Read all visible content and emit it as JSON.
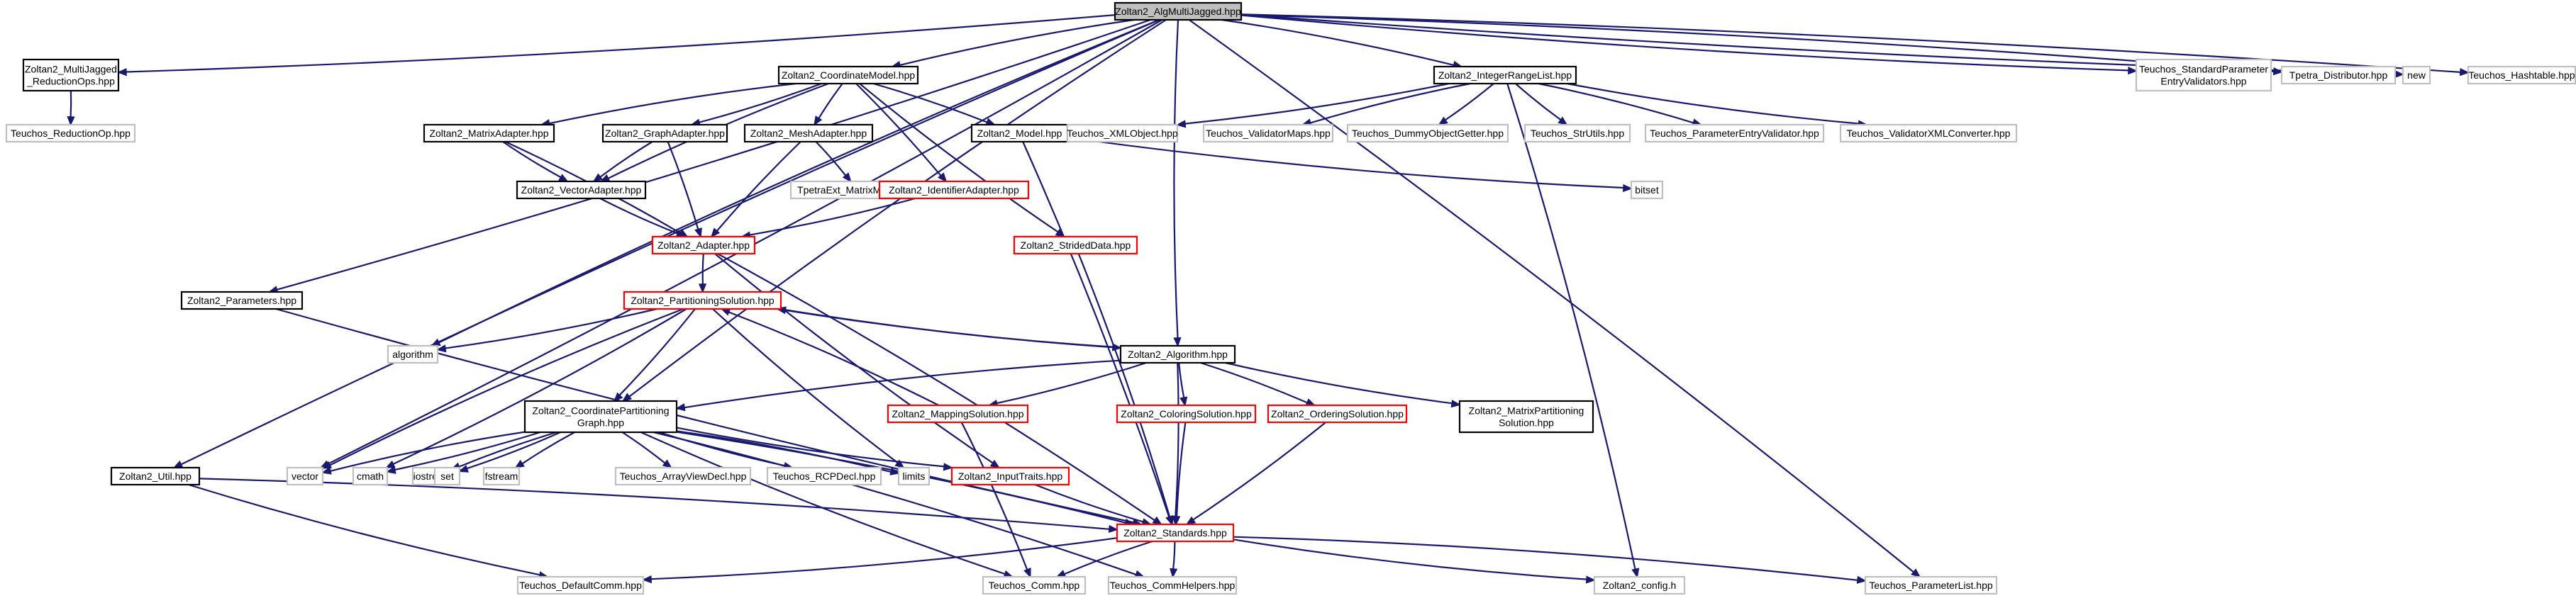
{
  "colors": {
    "edge": "#191970",
    "root_fill": "#bfbfbf",
    "documented_border": "#000000",
    "undocumented_border": "#ff0000",
    "external_border": "#bfbfbf",
    "label": "#000000"
  },
  "nodes": [
    {
      "id": "root",
      "kind": "root",
      "lines": [
        "Zoltan2_AlgMultiJagged.hpp"
      ]
    },
    {
      "id": "mj_reduction",
      "kind": "documented",
      "lines": [
        "Zoltan2_MultiJagged",
        "_ReductionOps.hpp"
      ]
    },
    {
      "id": "teuchos_reductionop",
      "kind": "external",
      "lines": [
        "Teuchos_ReductionOp.hpp"
      ]
    },
    {
      "id": "coordinate_model",
      "kind": "documented",
      "lines": [
        "Zoltan2_CoordinateModel.hpp"
      ]
    },
    {
      "id": "integer_range_list",
      "kind": "documented",
      "lines": [
        "Zoltan2_IntegerRangeList.hpp"
      ]
    },
    {
      "id": "teuchos_std_param",
      "kind": "external",
      "lines": [
        "Teuchos_StandardParameter",
        "EntryValidators.hpp"
      ]
    },
    {
      "id": "tpetra_distributor",
      "kind": "external",
      "lines": [
        "Tpetra_Distributor.hpp"
      ]
    },
    {
      "id": "new",
      "kind": "external",
      "lines": [
        "new"
      ]
    },
    {
      "id": "teuchos_hashtable",
      "kind": "external",
      "lines": [
        "Teuchos_Hashtable.hpp"
      ]
    },
    {
      "id": "matrix_adapter",
      "kind": "documented",
      "lines": [
        "Zoltan2_MatrixAdapter.hpp"
      ]
    },
    {
      "id": "graph_adapter",
      "kind": "documented",
      "lines": [
        "Zoltan2_GraphAdapter.hpp"
      ]
    },
    {
      "id": "mesh_adapter",
      "kind": "documented",
      "lines": [
        "Zoltan2_MeshAdapter.hpp"
      ]
    },
    {
      "id": "model",
      "kind": "documented",
      "lines": [
        "Zoltan2_Model.hpp"
      ]
    },
    {
      "id": "teuchos_xmlobject",
      "kind": "external",
      "lines": [
        "Teuchos_XMLObject.hpp"
      ]
    },
    {
      "id": "teuchos_validatormaps",
      "kind": "external",
      "lines": [
        "Teuchos_ValidatorMaps.hpp"
      ]
    },
    {
      "id": "teuchos_dummyobjectgetter",
      "kind": "external",
      "lines": [
        "Teuchos_DummyObjectGetter.hpp"
      ]
    },
    {
      "id": "teuchos_strutils",
      "kind": "external",
      "lines": [
        "Teuchos_StrUtils.hpp"
      ]
    },
    {
      "id": "teuchos_paramentryvalidator",
      "kind": "external",
      "lines": [
        "Teuchos_ParameterEntryValidator.hpp"
      ]
    },
    {
      "id": "teuchos_validatorxmlconverter",
      "kind": "external",
      "lines": [
        "Teuchos_ValidatorXMLConverter.hpp"
      ]
    },
    {
      "id": "vector_adapter",
      "kind": "documented",
      "lines": [
        "Zoltan2_VectorAdapter.hpp"
      ]
    },
    {
      "id": "tpetraext_matrixmatrix",
      "kind": "external",
      "lines": [
        "TpetraExt_MatrixMatrix.hpp"
      ]
    },
    {
      "id": "identifier_adapter",
      "kind": "undocumented",
      "lines": [
        "Zoltan2_IdentifierAdapter.hpp"
      ]
    },
    {
      "id": "bitset",
      "kind": "external",
      "lines": [
        "bitset"
      ]
    },
    {
      "id": "adapter",
      "kind": "undocumented",
      "lines": [
        "Zoltan2_Adapter.hpp"
      ]
    },
    {
      "id": "strided_data",
      "kind": "undocumented",
      "lines": [
        "Zoltan2_StridedData.hpp"
      ]
    },
    {
      "id": "parameters",
      "kind": "documented",
      "lines": [
        "Zoltan2_Parameters.hpp"
      ]
    },
    {
      "id": "partitioning_solution",
      "kind": "undocumented",
      "lines": [
        "Zoltan2_PartitioningSolution.hpp"
      ]
    },
    {
      "id": "algorithm_std",
      "kind": "external",
      "lines": [
        "algorithm"
      ]
    },
    {
      "id": "algorithm_hpp",
      "kind": "documented",
      "lines": [
        "Zoltan2_Algorithm.hpp"
      ]
    },
    {
      "id": "coordinate_partitioning_graph",
      "kind": "documented",
      "lines": [
        "Zoltan2_CoordinatePartitioning",
        "Graph.hpp"
      ]
    },
    {
      "id": "mapping_solution",
      "kind": "undocumented",
      "lines": [
        "Zoltan2_MappingSolution.hpp"
      ]
    },
    {
      "id": "coloring_solution",
      "kind": "undocumented",
      "lines": [
        "Zoltan2_ColoringSolution.hpp"
      ]
    },
    {
      "id": "ordering_solution",
      "kind": "undocumented",
      "lines": [
        "Zoltan2_OrderingSolution.hpp"
      ]
    },
    {
      "id": "matrix_partitioning_solution",
      "kind": "documented",
      "lines": [
        "Zoltan2_MatrixPartitioning",
        "Solution.hpp"
      ]
    },
    {
      "id": "util",
      "kind": "documented",
      "lines": [
        "Zoltan2_Util.hpp"
      ]
    },
    {
      "id": "vector",
      "kind": "external",
      "lines": [
        "vector"
      ]
    },
    {
      "id": "cmath",
      "kind": "external",
      "lines": [
        "cmath"
      ]
    },
    {
      "id": "iostream",
      "kind": "external",
      "lines": [
        "iostream"
      ]
    },
    {
      "id": "set",
      "kind": "external",
      "lines": [
        "set"
      ]
    },
    {
      "id": "fstream",
      "kind": "external",
      "lines": [
        "fstream"
      ]
    },
    {
      "id": "teuchos_arrayviewdecl",
      "kind": "external",
      "lines": [
        "Teuchos_ArrayViewDecl.hpp"
      ]
    },
    {
      "id": "teuchos_rcpdecl",
      "kind": "external",
      "lines": [
        "Teuchos_RCPDecl.hpp"
      ]
    },
    {
      "id": "limits",
      "kind": "external",
      "lines": [
        "limits"
      ]
    },
    {
      "id": "input_traits",
      "kind": "undocumented",
      "lines": [
        "Zoltan2_InputTraits.hpp"
      ]
    },
    {
      "id": "standards",
      "kind": "undocumented",
      "lines": [
        "Zoltan2_Standards.hpp"
      ]
    },
    {
      "id": "teuchos_defaultcomm",
      "kind": "external",
      "lines": [
        "Teuchos_DefaultComm.hpp"
      ]
    },
    {
      "id": "teuchos_comm",
      "kind": "external",
      "lines": [
        "Teuchos_Comm.hpp"
      ]
    },
    {
      "id": "teuchos_commhelpers",
      "kind": "external",
      "lines": [
        "Teuchos_CommHelpers.hpp"
      ]
    },
    {
      "id": "zoltan2_config",
      "kind": "external",
      "lines": [
        "Zoltan2_config.h"
      ]
    },
    {
      "id": "teuchos_parameterlist",
      "kind": "external",
      "lines": [
        "Teuchos_ParameterList.hpp"
      ]
    }
  ],
  "edges": [
    [
      "root",
      "mj_reduction"
    ],
    [
      "root",
      "coordinate_model"
    ],
    [
      "root",
      "integer_range_list"
    ],
    [
      "root",
      "teuchos_std_param"
    ],
    [
      "root",
      "tpetra_distributor"
    ],
    [
      "root",
      "new"
    ],
    [
      "root",
      "teuchos_hashtable"
    ],
    [
      "root",
      "algorithm_hpp"
    ],
    [
      "root",
      "teuchos_parameterlist"
    ],
    [
      "root",
      "algorithm_std"
    ],
    [
      "root",
      "parameters"
    ],
    [
      "root",
      "coordinate_partitioning_graph"
    ],
    [
      "root",
      "vector"
    ],
    [
      "root",
      "util"
    ],
    [
      "mj_reduction",
      "teuchos_reductionop"
    ],
    [
      "coordinate_model",
      "matrix_adapter"
    ],
    [
      "coordinate_model",
      "graph_adapter"
    ],
    [
      "coordinate_model",
      "mesh_adapter"
    ],
    [
      "coordinate_model",
      "model"
    ],
    [
      "coordinate_model",
      "vector_adapter"
    ],
    [
      "coordinate_model",
      "identifier_adapter"
    ],
    [
      "coordinate_model",
      "strided_data"
    ],
    [
      "integer_range_list",
      "teuchos_xmlobject"
    ],
    [
      "integer_range_list",
      "teuchos_validatormaps"
    ],
    [
      "integer_range_list",
      "teuchos_dummyobjectgetter"
    ],
    [
      "integer_range_list",
      "teuchos_strutils"
    ],
    [
      "integer_range_list",
      "teuchos_paramentryvalidator"
    ],
    [
      "integer_range_list",
      "teuchos_validatorxmlconverter"
    ],
    [
      "integer_range_list",
      "zoltan2_config"
    ],
    [
      "matrix_adapter",
      "vector_adapter"
    ],
    [
      "matrix_adapter",
      "adapter"
    ],
    [
      "graph_adapter",
      "vector_adapter"
    ],
    [
      "graph_adapter",
      "adapter"
    ],
    [
      "mesh_adapter",
      "adapter"
    ],
    [
      "mesh_adapter",
      "tpetraext_matrixmatrix"
    ],
    [
      "model",
      "bitset"
    ],
    [
      "model",
      "standards"
    ],
    [
      "vector_adapter",
      "adapter"
    ],
    [
      "identifier_adapter",
      "adapter"
    ],
    [
      "adapter",
      "partitioning_solution"
    ],
    [
      "adapter",
      "standards"
    ],
    [
      "adapter",
      "input_traits"
    ],
    [
      "strided_data",
      "standards"
    ],
    [
      "parameters",
      "standards"
    ],
    [
      "partitioning_solution",
      "algorithm_std"
    ],
    [
      "partitioning_solution",
      "algorithm_hpp"
    ],
    [
      "partitioning_solution",
      "coordinate_partitioning_graph"
    ],
    [
      "partitioning_solution",
      "vector"
    ],
    [
      "partitioning_solution",
      "cmath"
    ],
    [
      "partitioning_solution",
      "limits"
    ],
    [
      "algorithm_hpp",
      "partitioning_solution"
    ],
    [
      "algorithm_hpp",
      "coordinate_partitioning_graph"
    ],
    [
      "algorithm_hpp",
      "mapping_solution"
    ],
    [
      "algorithm_hpp",
      "coloring_solution"
    ],
    [
      "algorithm_hpp",
      "ordering_solution"
    ],
    [
      "algorithm_hpp",
      "matrix_partitioning_solution"
    ],
    [
      "algorithm_hpp",
      "standards"
    ],
    [
      "mapping_solution",
      "partitioning_solution"
    ],
    [
      "mapping_solution",
      "teuchos_comm"
    ],
    [
      "coloring_solution",
      "standards"
    ],
    [
      "ordering_solution",
      "standards"
    ],
    [
      "coordinate_partitioning_graph",
      "vector"
    ],
    [
      "coordinate_partitioning_graph",
      "cmath"
    ],
    [
      "coordinate_partitioning_graph",
      "iostream"
    ],
    [
      "coordinate_partitioning_graph",
      "set"
    ],
    [
      "coordinate_partitioning_graph",
      "fstream"
    ],
    [
      "coordinate_partitioning_graph",
      "teuchos_arrayviewdecl"
    ],
    [
      "coordinate_partitioning_graph",
      "teuchos_rcpdecl"
    ],
    [
      "coordinate_partitioning_graph",
      "limits"
    ],
    [
      "coordinate_partitioning_graph",
      "input_traits"
    ],
    [
      "coordinate_partitioning_graph",
      "standards"
    ],
    [
      "coordinate_partitioning_graph",
      "teuchos_comm"
    ],
    [
      "coordinate_partitioning_graph",
      "teuchos_commhelpers"
    ],
    [
      "input_traits",
      "standards"
    ],
    [
      "util",
      "standards"
    ],
    [
      "util",
      "teuchos_defaultcomm"
    ],
    [
      "standards",
      "teuchos_defaultcomm"
    ],
    [
      "standards",
      "teuchos_comm"
    ],
    [
      "standards",
      "teuchos_commhelpers"
    ],
    [
      "standards",
      "zoltan2_config"
    ],
    [
      "standards",
      "teuchos_parameterlist"
    ]
  ]
}
